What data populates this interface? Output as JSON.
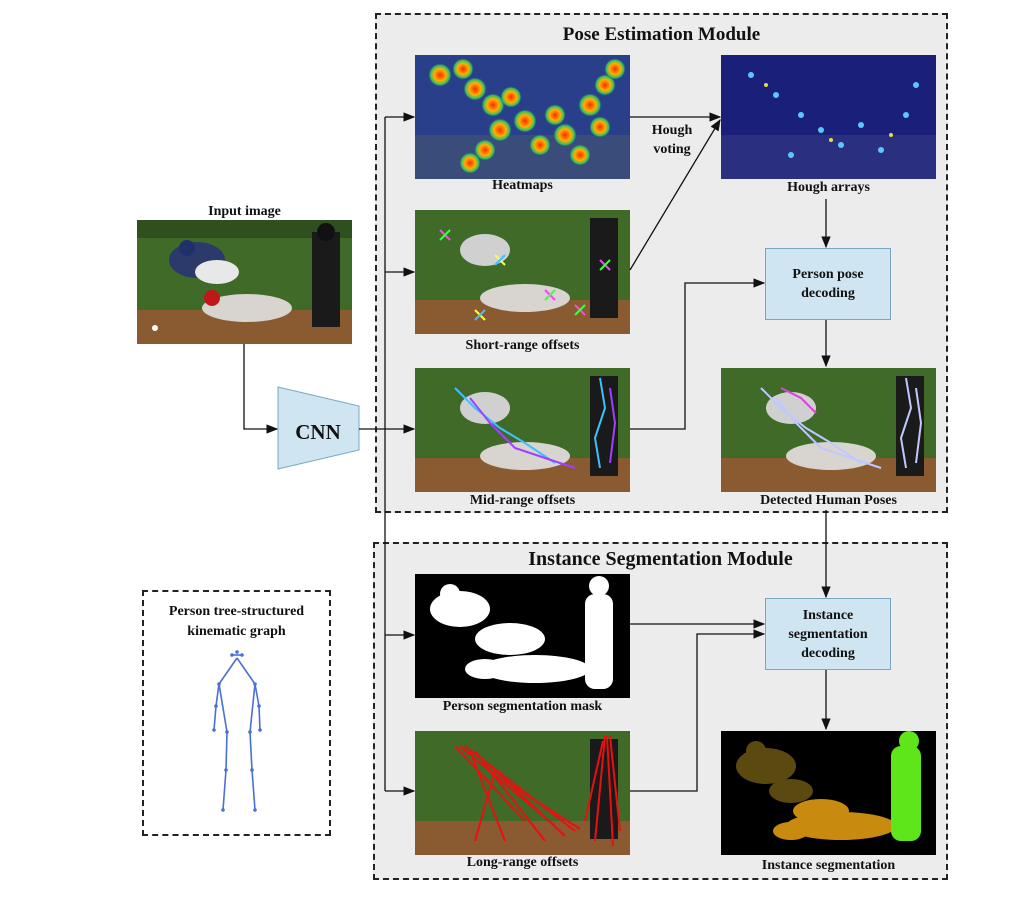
{
  "modules": {
    "pose": {
      "title": "Pose Estimation Module"
    },
    "segmentation": {
      "title": "Instance Segmentation Module"
    }
  },
  "input": {
    "label": "Input image"
  },
  "cnn": {
    "label": "CNN"
  },
  "outputs": {
    "heatmaps": "Heatmaps",
    "hough_arrays": "Hough arrays",
    "short_range": "Short-range offsets",
    "mid_range": "Mid-range offsets",
    "detected_poses": "Detected Human Poses",
    "seg_mask": "Person segmentation mask",
    "long_range": "Long-range offsets",
    "instance_seg": "Instance segmentation"
  },
  "edge_labels": {
    "hough_voting": "Hough\nvoting"
  },
  "process_boxes": {
    "pose_decoding": "Person pose\ndecoding",
    "seg_decoding": "Instance\nsegmentation\ndecoding"
  },
  "legend": {
    "title": "Person tree-structured\nkinematic graph"
  },
  "colors": {
    "module_fill": "#ececec",
    "process_fill": "#cfe6f2",
    "skeleton": "#4a6fd6",
    "long_range": "#e81010",
    "instance_green": "#5ee61a",
    "instance_orange": "#c98a10"
  },
  "icons": [
    "arrow-icon"
  ]
}
